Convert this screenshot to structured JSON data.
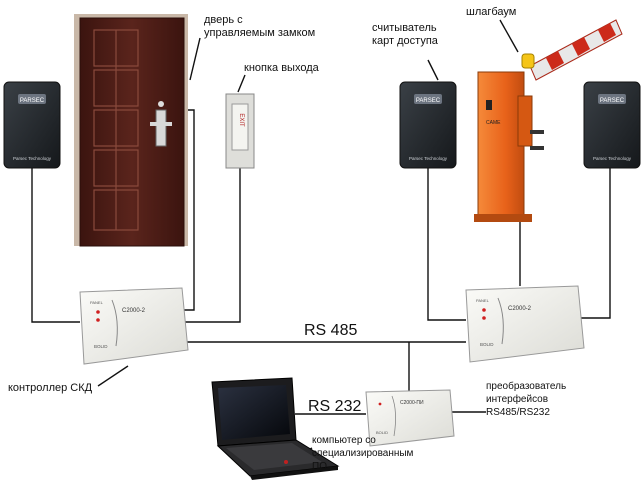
{
  "labels": {
    "door": "дверь с\nуправляемым замком",
    "exit_button": "кнопка выхода",
    "card_reader": "считыватель\nкарт доступа",
    "barrier": "шлагбаум",
    "controller": "контроллер СКД",
    "converter": "преобразователь\nинтерфейсов\nRS485/RS232",
    "computer": "компьютер со\nспециализированным\nПО"
  },
  "bus": {
    "rs485": "RS 485",
    "rs232": "RS 232"
  },
  "device_text": {
    "reader_brand": "Parsec Technology",
    "reader_logo": "PARSEC",
    "controller_model": "С2000-2",
    "controller_small": "PANEL",
    "controller_brand": "BOLID",
    "converter_model": "С2000-ПИ",
    "converter_brand": "BOLID",
    "exit_text": "EXIT",
    "barrier_brand": "CAME"
  },
  "colors": {
    "door": "#4a1c16",
    "barrier_body": "#ee6a1e",
    "barrier_arm": "#cc2a1a",
    "reader": "#2a2e32",
    "controller": "#f2f2ee",
    "wire": "#111111"
  }
}
